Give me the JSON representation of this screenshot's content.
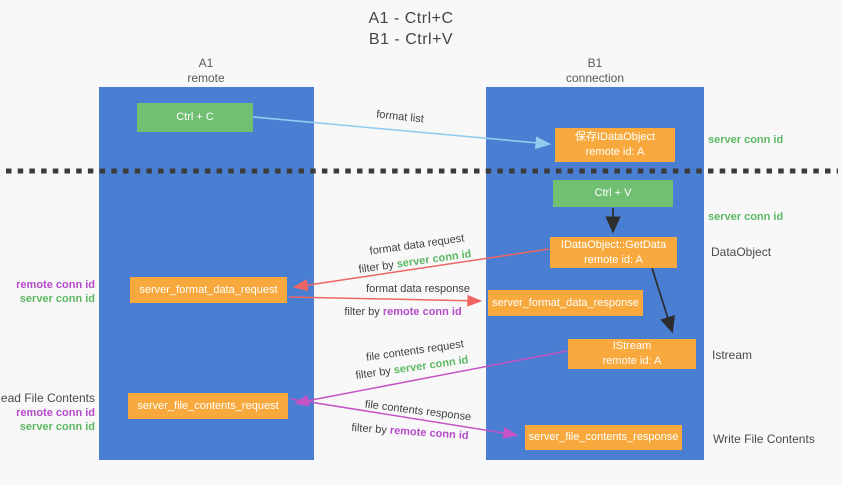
{
  "title": {
    "line1": "A1 - Ctrl+C",
    "line2": "B1 - Ctrl+V"
  },
  "colors": {
    "column_blue": "#4a7ed2",
    "box_green": "#70bf73",
    "box_orange": "#f8a93d",
    "arrow_blue": "#93ccee",
    "arrow_red": "#ee6562",
    "arrow_magenta": "#c653c6",
    "term_green": "#5cb863",
    "term_purple": "#b44bc8"
  },
  "columns": {
    "a": {
      "id": "A1",
      "name": "remote"
    },
    "b": {
      "id": "B1",
      "name": "connection"
    }
  },
  "nodes": {
    "ctrl_c": {
      "label": "Ctrl + C"
    },
    "save_idataobject": {
      "line1": "保存IDataObject",
      "line2": "remote id: A"
    },
    "ctrl_v": {
      "label": "Ctrl + V"
    },
    "getdata": {
      "line1": "IDataObject::GetData",
      "line2": "remote id: A"
    },
    "format_request": {
      "label": "server_format_data_request"
    },
    "format_response": {
      "label": "server_format_data_response"
    },
    "istream": {
      "line1": "IStream",
      "line2": "remote id: A"
    },
    "file_request": {
      "label": "server_file_contents_request"
    },
    "file_response": {
      "label": "server_file_contents_response"
    }
  },
  "side_labels": {
    "server_conn_id_top": "server conn id",
    "server_conn_id_mid": "server conn id",
    "dataobject": "DataObject",
    "istream": "Istream",
    "write_file": "Write File Contents",
    "read_file": "Read File Contents",
    "remote_conn_id_1": "remote conn id",
    "server_conn_id_1": "server conn id",
    "remote_conn_id_2": "remote conn id",
    "server_conn_id_2": "server conn id"
  },
  "flow_labels": {
    "format_list": "format list",
    "format_data_request": "format data request",
    "filter_server_1": {
      "prefix": "filter by ",
      "term": "server conn id"
    },
    "format_data_response": "format data response",
    "filter_remote_1": {
      "prefix": "filter by ",
      "term": "remote conn id"
    },
    "file_contents_request": "file contents request",
    "filter_server_2": {
      "prefix": "filter by ",
      "term": "server conn id"
    },
    "file_contents_response": "file contents response",
    "filter_remote_2": {
      "prefix": "filter by ",
      "term": "remote conn id"
    }
  }
}
